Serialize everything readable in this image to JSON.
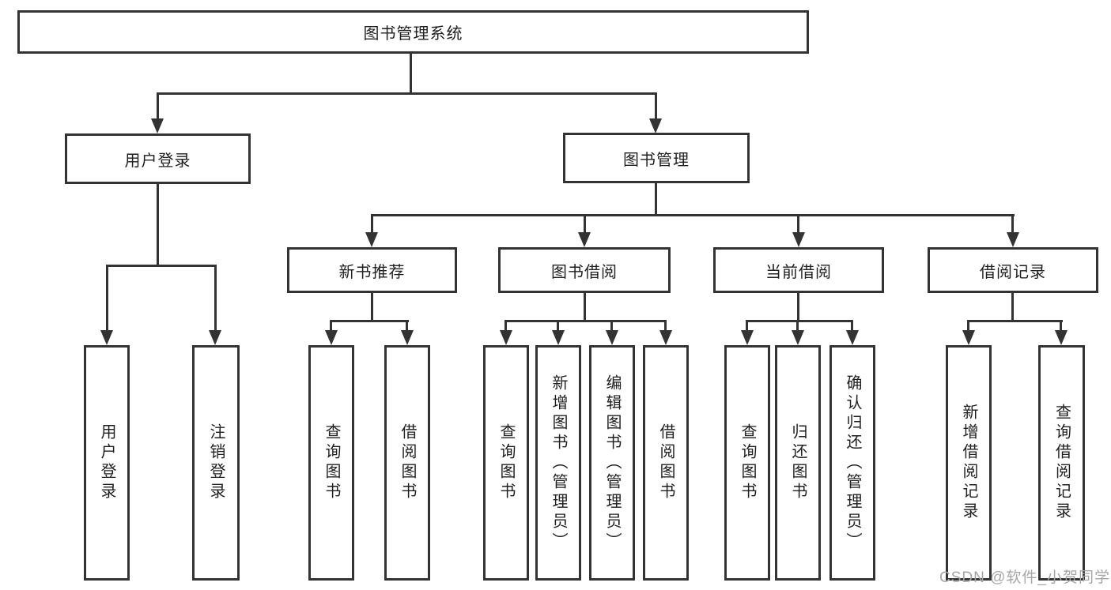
{
  "diagram": {
    "root": {
      "label": "图书管理系统",
      "children": [
        {
          "label": "用户登录",
          "children": [
            {
              "label": "用户登录"
            },
            {
              "label": "注销登录"
            }
          ]
        },
        {
          "label": "图书管理",
          "children": [
            {
              "label": "新书推荐",
              "children": [
                {
                  "label": "查询图书"
                },
                {
                  "label": "借阅图书"
                }
              ]
            },
            {
              "label": "图书借阅",
              "children": [
                {
                  "label": "查询图书"
                },
                {
                  "label": "新增图书（管理员）"
                },
                {
                  "label": "编辑图书（管理员）"
                },
                {
                  "label": "借阅图书"
                }
              ]
            },
            {
              "label": "当前借阅",
              "children": [
                {
                  "label": "查询图书"
                },
                {
                  "label": "归还图书"
                },
                {
                  "label": "确认归还（管理员）"
                }
              ]
            },
            {
              "label": "借阅记录",
              "children": [
                {
                  "label": "新增借阅记录"
                },
                {
                  "label": "查询借阅记录"
                }
              ]
            }
          ]
        }
      ]
    }
  },
  "watermark": {
    "text": "CSDN @软件_小贺同学"
  },
  "colors": {
    "line": "#333333",
    "text": "#1f1f1f",
    "background": "#ffffff",
    "watermark": "#a6a6a6"
  }
}
